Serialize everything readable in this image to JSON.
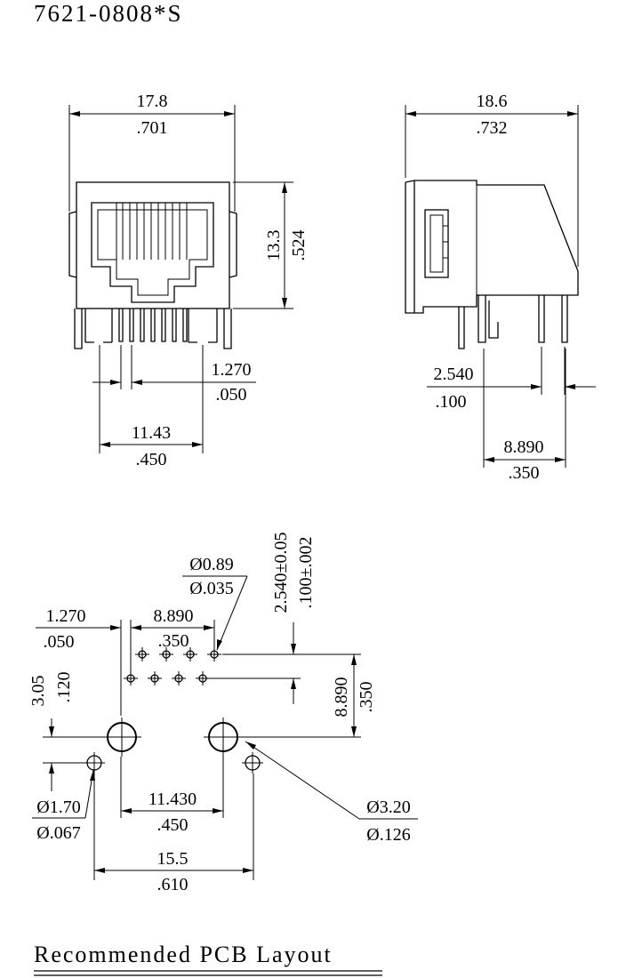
{
  "part_number": "7621-0808*S",
  "front_view": {
    "width_mm": "17.8",
    "width_in": ".701",
    "height_mm": "13.3",
    "height_in": ".524",
    "pin_pitch_mm": "1.270",
    "pin_pitch_in": ".050",
    "post_span_mm": "11.43",
    "post_span_in": ".450"
  },
  "side_view": {
    "depth_mm": "18.6",
    "depth_in": ".732",
    "pin_offset_mm": "2.540",
    "pin_offset_in": ".100",
    "rear_span_mm": "8.890",
    "rear_span_in": ".350"
  },
  "pcb_layout": {
    "hole_dia_mm": "Ø0.89",
    "hole_dia_in": "Ø.035",
    "row_pitch_mm": "2.540±0.05",
    "row_pitch_in": ".100±.002",
    "offset_mm": "1.270",
    "offset_in": ".050",
    "row_span_mm": "8.890",
    "row_span_in": ".350",
    "post_y_mm": "3.05",
    "post_y_in": ".120",
    "rows_to_post_mm": "8.890",
    "rows_to_post_in": ".350",
    "small_hole_mm": "Ø1.70",
    "small_hole_in": "Ø.067",
    "large_hole_mm": "Ø3.20",
    "large_hole_in": "Ø.126",
    "post_pitch_mm": "11.430",
    "post_pitch_in": ".450",
    "outer_span_mm": "15.5",
    "outer_span_in": ".610",
    "caption": "Recommended PCB Layout"
  }
}
